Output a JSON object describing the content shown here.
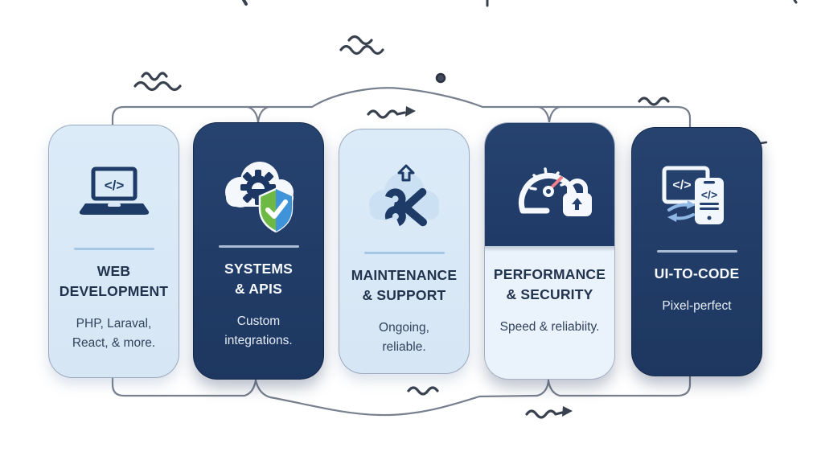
{
  "diagram": {
    "description": "Five service cards connected by bracket lines with hand-drawn squiggle doodles"
  },
  "icons": {
    "code_glyph": "</>"
  },
  "colors": {
    "card_light": "#d9e8f6",
    "card_light_bottom": "#eaf2fb",
    "card_dark": "#203c6b",
    "divider_light": "#a6c6e6",
    "divider_dark": "#a9bcd4",
    "connector_line": "#78808f",
    "doodle": "#39414f",
    "icon_navy": "#1e3a66",
    "icon_white": "#f4f8fd",
    "icon_cloud_blue": "#cbe0f3",
    "shield_green": "#6db944",
    "shield_blue": "#3f93d9",
    "needle_red": "#f08089",
    "arrow_accent_blue": "#8fb8e6",
    "title_on_light": "#22334e",
    "title_on_dark": "#f7fafd"
  },
  "cards": [
    {
      "variant": "light",
      "icon": "laptop-code-icon",
      "title_lines": [
        "WEB",
        "DEVELOPMENT"
      ],
      "subtitle_lines": [
        "PHP, Laraval,",
        "React, & more."
      ]
    },
    {
      "variant": "dark",
      "icon": "cloud-gear-shield-icon",
      "title_lines": [
        "SYSTEMS",
        "& APIS"
      ],
      "subtitle_lines": [
        "Custom",
        "integrations."
      ]
    },
    {
      "variant": "light",
      "icon": "cloud-wrench-icon",
      "title_lines": [
        "MAINTENANCE",
        "& SUPPORT"
      ],
      "subtitle_lines": [
        "Ongoing,",
        "reliable."
      ]
    },
    {
      "variant": "split",
      "icon": "speedometer-lock-icon",
      "title_lines": [
        "PERFORMANCE",
        "& SECURITY"
      ],
      "subtitle_lines": [
        "Speed & reliabiity."
      ]
    },
    {
      "variant": "dark",
      "icon": "ui-to-code-devices-icon",
      "title_lines": [
        "UI-TO-CODE"
      ],
      "subtitle_lines": [
        "Pixel-perfect"
      ]
    }
  ]
}
